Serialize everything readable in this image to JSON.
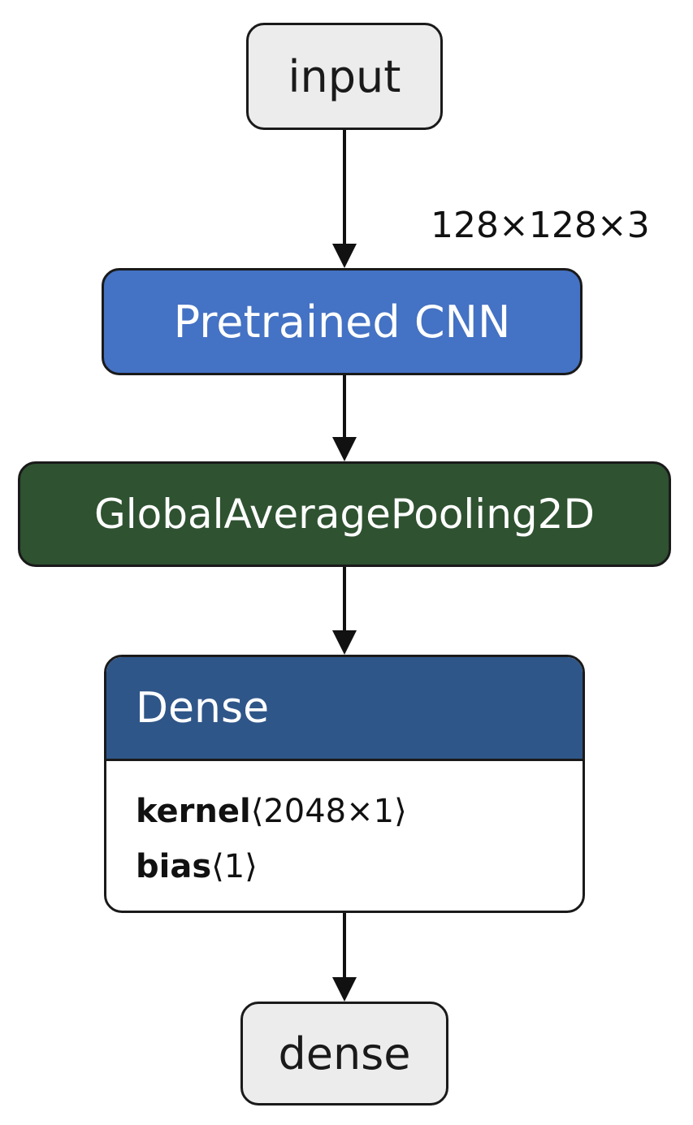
{
  "nodes": {
    "input": {
      "label": "input"
    },
    "cnn": {
      "label": "Pretrained CNN"
    },
    "gap": {
      "label": "GlobalAveragePooling2D"
    },
    "dense": {
      "title": "Dense",
      "params": [
        {
          "name": "kernel",
          "shape": "⟨2048×1⟩"
        },
        {
          "name": "bias",
          "shape": "⟨1⟩"
        }
      ]
    },
    "output": {
      "label": "dense"
    }
  },
  "edges": {
    "input_to_cnn_label": "128×128×3"
  },
  "colors": {
    "io_fill": "#ececec",
    "cnn_fill": "#4472c4",
    "gap_fill": "#2f5231",
    "dense_header_fill": "#2f5689",
    "stroke": "#1a1a1a"
  }
}
